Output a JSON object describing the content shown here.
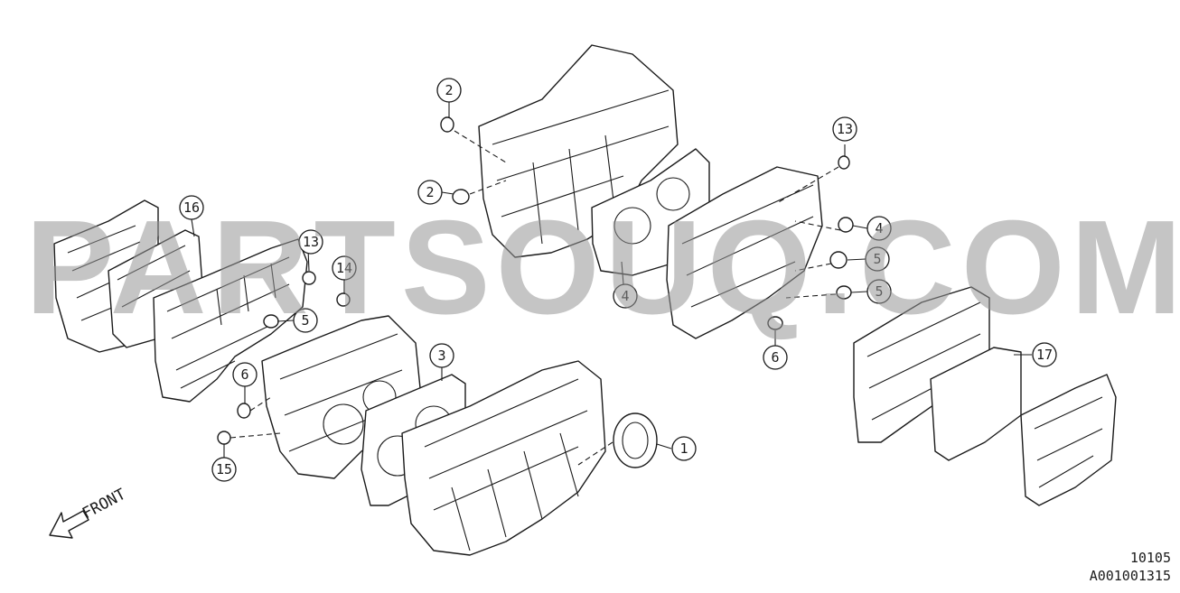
{
  "watermark": "PARTSOUQ.COM",
  "front_label": "FRONT",
  "diagram_code": "10105",
  "catalog_code": "A001001315",
  "callouts": [
    "1",
    "2",
    "2",
    "3",
    "4",
    "4",
    "5",
    "5",
    "5",
    "6",
    "6",
    "13",
    "13",
    "14",
    "15",
    "16",
    "17"
  ]
}
